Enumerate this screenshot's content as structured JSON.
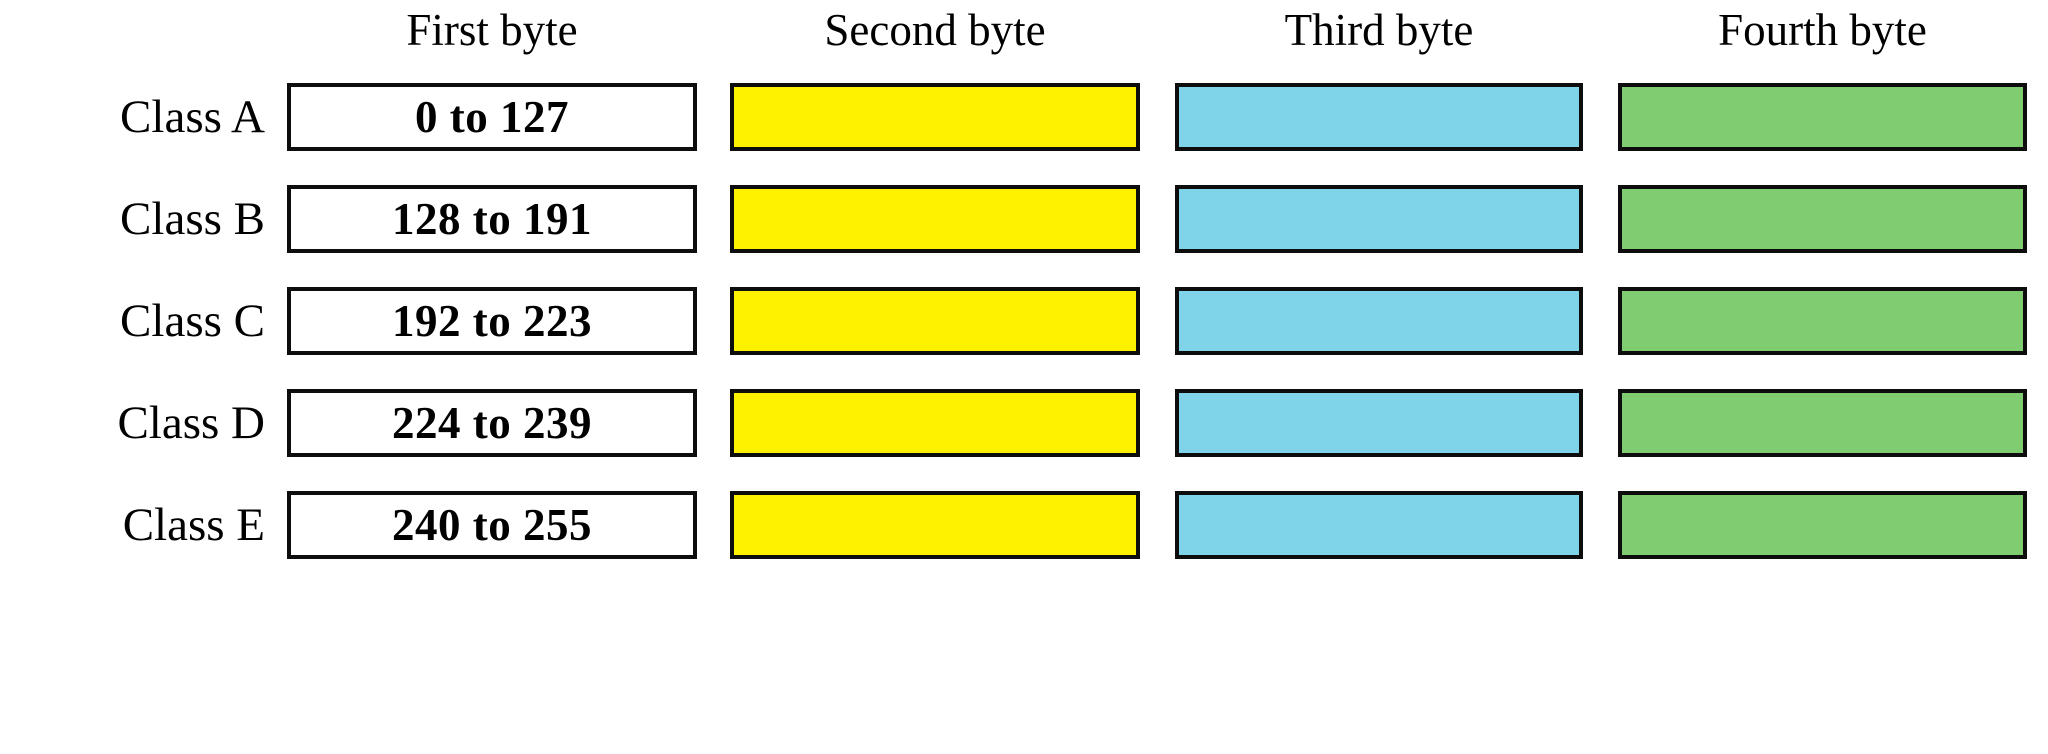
{
  "figure": {
    "kind": "ip-address-class-table",
    "background_color": "#ffffff",
    "border_color": "#0d0d0d"
  },
  "headers": [
    {
      "label": "First byte"
    },
    {
      "label": "Second byte"
    },
    {
      "label": "Third byte"
    },
    {
      "label": "Fourth byte"
    }
  ],
  "palette": {
    "first_byte_fill": "#ffffff",
    "second_byte_fill": "#fff200",
    "third_byte_fill": "#7fd4ea",
    "fourth_byte_fill": "#80cc70",
    "border": "#0d0d0d",
    "text": "#000000"
  },
  "rows": [
    {
      "class_label": "Class A",
      "first_byte_range": "0 to 127",
      "second_byte": "",
      "third_byte": "",
      "fourth_byte": ""
    },
    {
      "class_label": "Class B",
      "first_byte_range": "128 to 191",
      "second_byte": "",
      "third_byte": "",
      "fourth_byte": ""
    },
    {
      "class_label": "Class C",
      "first_byte_range": "192 to 223",
      "second_byte": "",
      "third_byte": "",
      "fourth_byte": ""
    },
    {
      "class_label": "Class D",
      "first_byte_range": "224 to 239",
      "second_byte": "",
      "third_byte": "",
      "fourth_byte": ""
    },
    {
      "class_label": "Class E",
      "first_byte_range": "240 to 255",
      "second_byte": "",
      "third_byte": "",
      "fourth_byte": ""
    }
  ]
}
